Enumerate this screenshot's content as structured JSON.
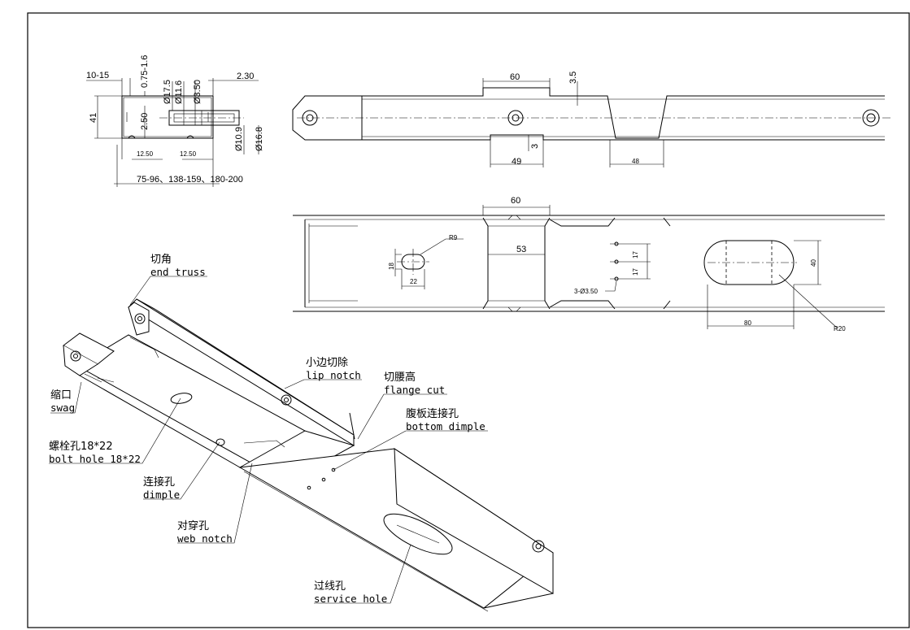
{
  "section_view": {
    "dims": {
      "d10_15": "10-15",
      "d075_16": "0.75-1.6",
      "d175": "Ø17.5",
      "d116": "Ø11.6",
      "d350": "Ø3.50",
      "d230": "2.30",
      "d41": "41",
      "d250": "2.50",
      "d109": "Ø10.9",
      "d168": "Ø16.8",
      "d1250a": "12.50",
      "d1250b": "12.50",
      "lengths": "75-96、138-159、180-200"
    }
  },
  "top_view": {
    "dims": {
      "d60": "60",
      "d35": "3.5",
      "d3": "3",
      "d49": "49",
      "d48": "48"
    }
  },
  "bottom_view": {
    "dims": {
      "d60": "60",
      "d53": "53",
      "r9": "R9",
      "d18": "18",
      "d22": "22",
      "d17a": "17",
      "d17b": "17",
      "holes": "3-Ø3.50",
      "d40": "40",
      "d80": "80",
      "r20": "R20"
    }
  },
  "callouts": {
    "end_truss": {
      "zh": "切角",
      "en": "end truss"
    },
    "lip_notch": {
      "zh": "小边切除",
      "en": "lip notch"
    },
    "flange_cut": {
      "zh": "切腰高",
      "en": "flange cut"
    },
    "bottom_dimple": {
      "zh": "腹板连接孔",
      "en": "bottom dimple"
    },
    "swag": {
      "zh": "缩口",
      "en": "swag"
    },
    "bolt_hole": {
      "zh": "螺栓孔18*22",
      "en": "bolt hole 18*22"
    },
    "dimple": {
      "zh": "连接孔",
      "en": "dimple"
    },
    "web_notch": {
      "zh": "对穿孔",
      "en": "web notch"
    },
    "service_hole": {
      "zh": "过线孔",
      "en": "service hole"
    }
  }
}
